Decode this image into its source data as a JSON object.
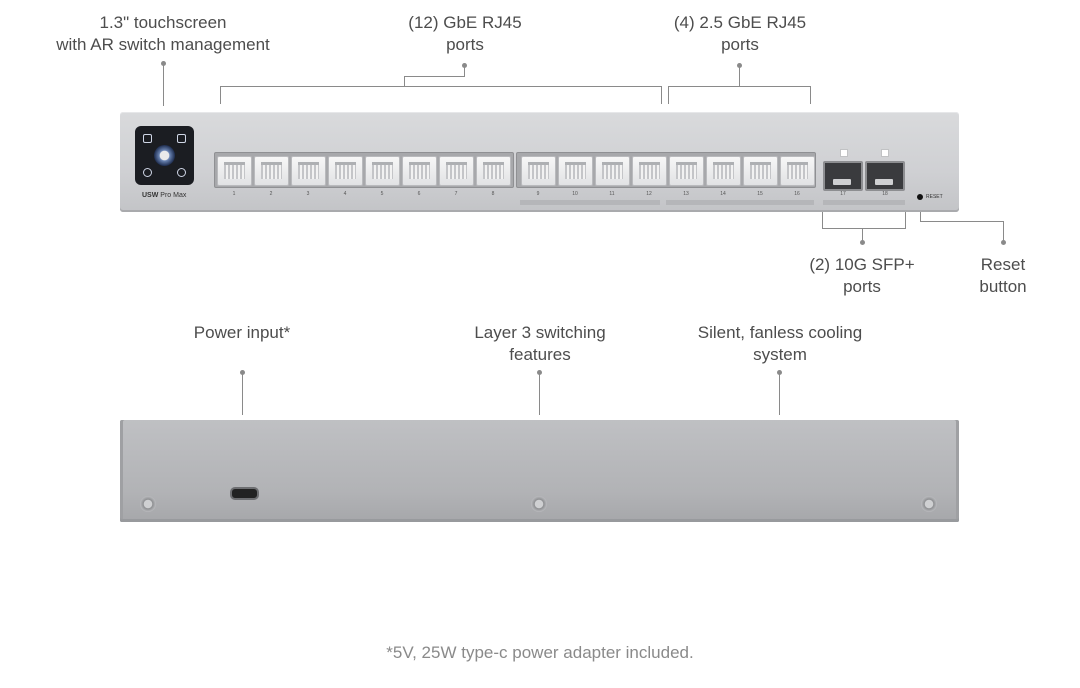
{
  "callouts": {
    "touchscreen": "1.3\" touchscreen\nwith AR switch management",
    "gbe_ports": "(12) GbE RJ45\nports",
    "ge25_ports": "(4) 2.5 GbE RJ45\nports",
    "sfp_ports": "(2) 10G SFP+\nports",
    "reset": "Reset\nbutton",
    "power": "Power input*",
    "layer3": "Layer 3 switching\nfeatures",
    "cooling": "Silent, fanless cooling\nsystem"
  },
  "device": {
    "model_bold": "USW",
    "model_rest": " Pro Max",
    "port_numbers": [
      "1",
      "2",
      "3",
      "4",
      "5",
      "6",
      "7",
      "8",
      "9",
      "10",
      "11",
      "12",
      "13",
      "14",
      "15",
      "16"
    ],
    "sfp_numbers": [
      "17",
      "18"
    ],
    "reset_label": "RESET"
  },
  "footnote": "*5V, 25W type-c power adapter included."
}
